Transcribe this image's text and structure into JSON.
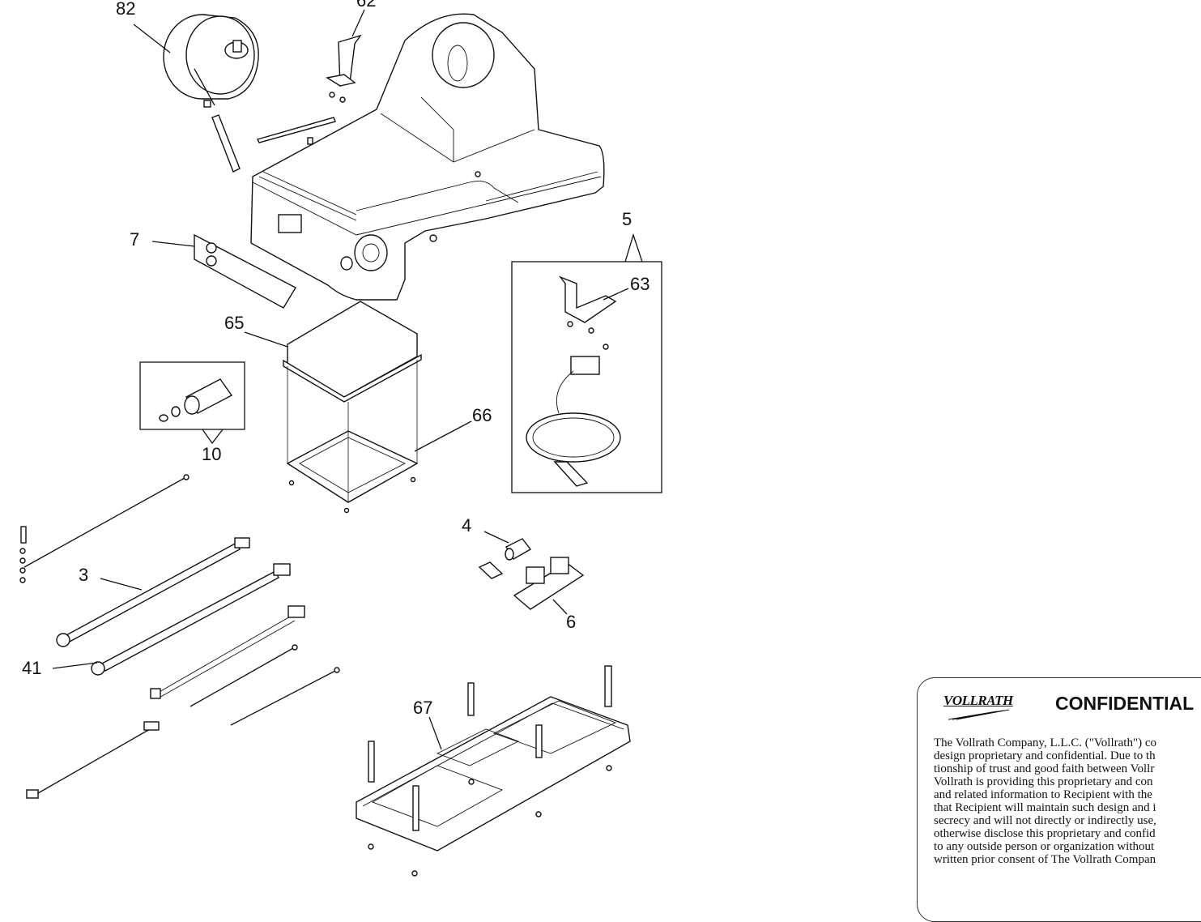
{
  "callouts": {
    "c82": "82",
    "c62": "62",
    "c7": "7",
    "c5": "5",
    "c63": "63",
    "c65": "65",
    "c10": "10",
    "c66": "66",
    "c4": "4",
    "c3": "3",
    "c6": "6",
    "c41": "41",
    "c67": "67"
  },
  "notice": {
    "logo": "VOLLRATH",
    "title": "CONFIDENTIAL",
    "lines": [
      "The Vollrath Company, L.L.C. (\"Vollrath\") co",
      "design proprietary and confidential.  Due to th",
      "tionship of trust and good faith between Vollr",
      "Vollrath is providing this proprietary and con",
      "and related information to Recipient with the",
      "that Recipient will maintain such design and i",
      "secrecy and will not directly or indirectly use,",
      "otherwise disclose this proprietary and confid",
      "to any outside person or organization without",
      "written prior consent of The Vollrath Compan"
    ]
  }
}
